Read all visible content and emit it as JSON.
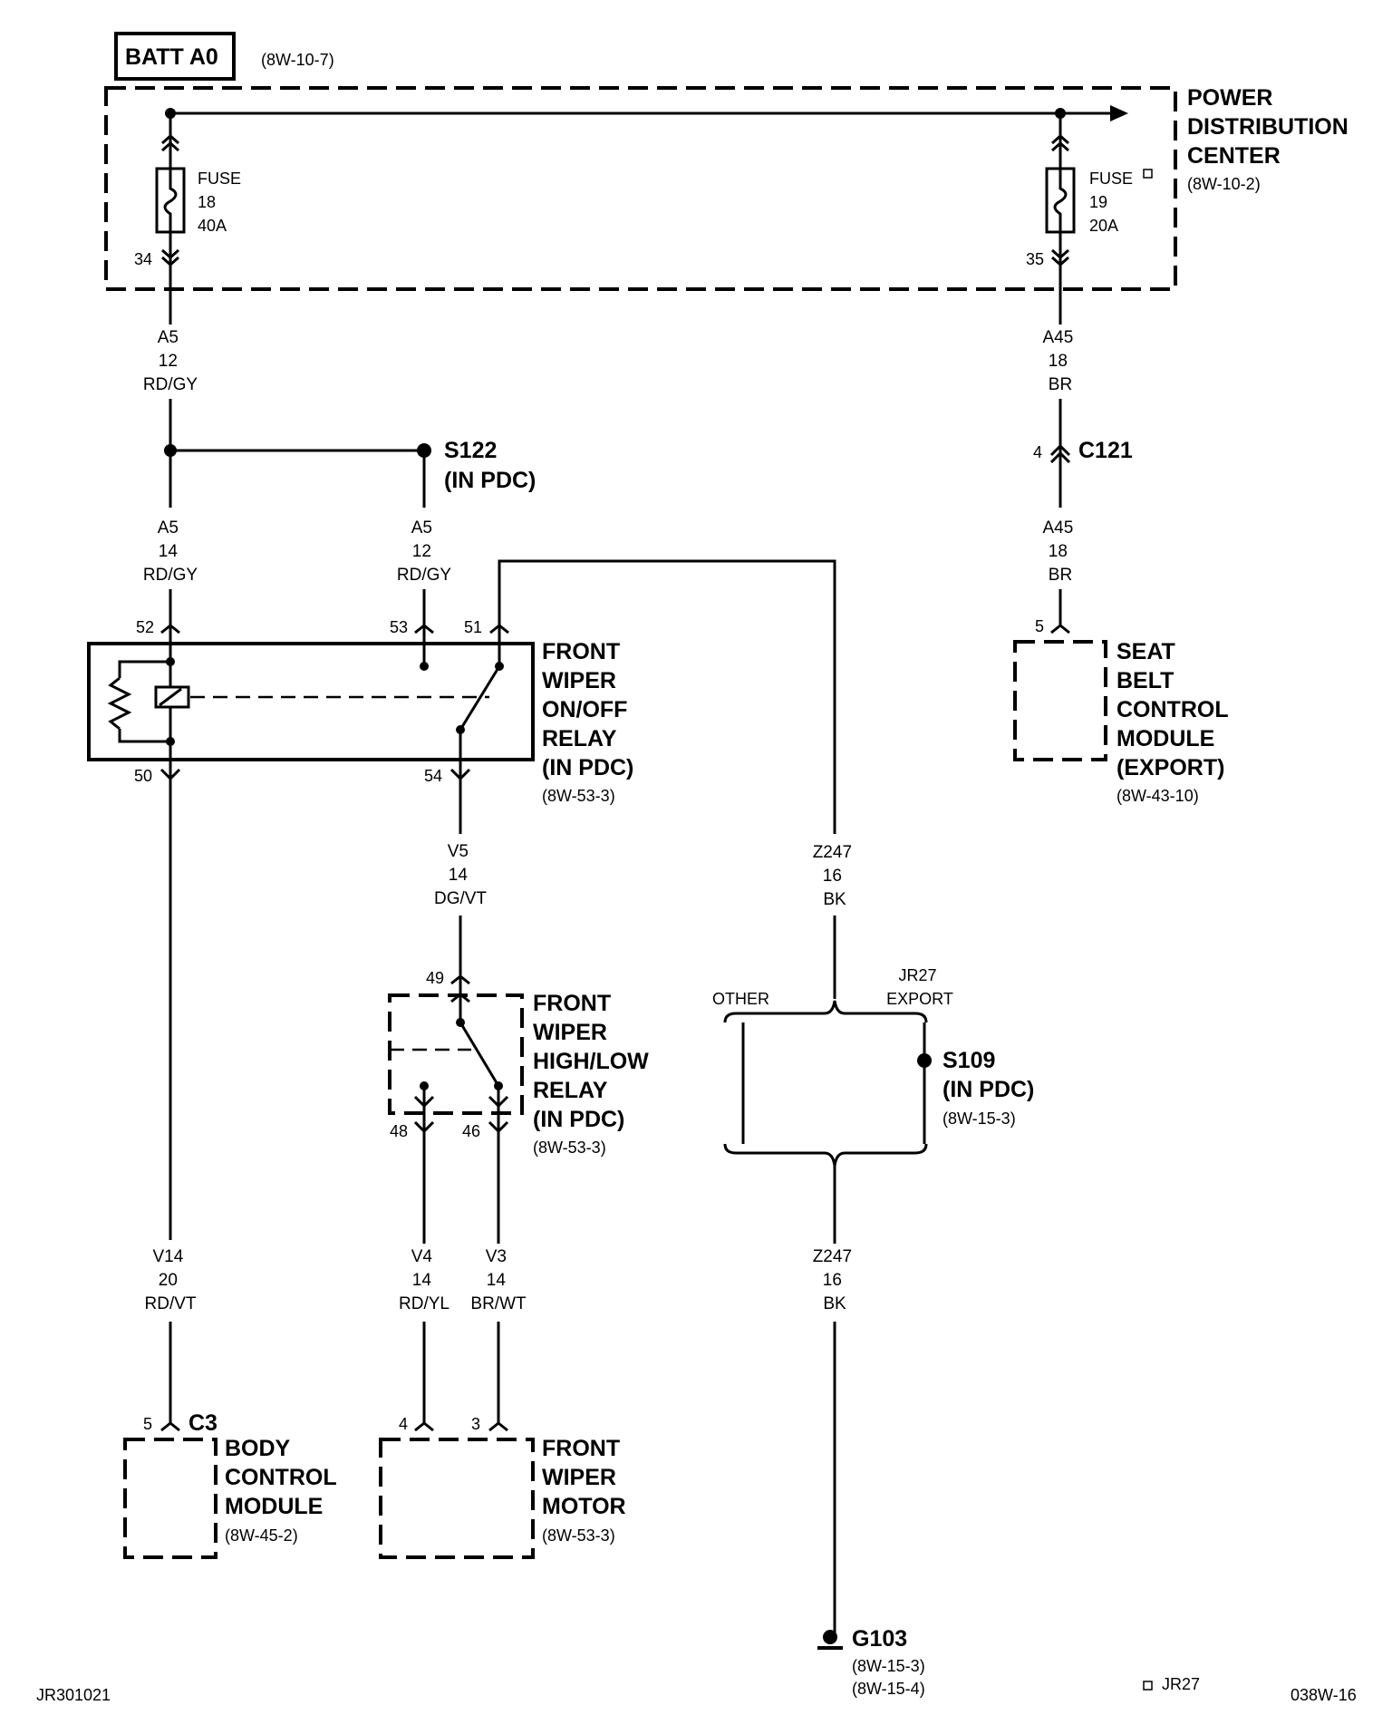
{
  "battery": {
    "label": "BATT A0",
    "ref": "(8W-10-7)"
  },
  "pdc": {
    "title_lines": [
      "POWER",
      "DISTRIBUTION",
      "CENTER"
    ],
    "ref": "(8W-10-2)"
  },
  "fuses": [
    {
      "lines": [
        "FUSE",
        "18",
        "40A"
      ],
      "pin": "34"
    },
    {
      "lines": [
        "FUSE",
        "19",
        "20A"
      ],
      "pin": "35"
    }
  ],
  "wire_labels": {
    "a5_top": [
      "A5",
      "12",
      "RD/GY"
    ],
    "a45_top": [
      "A45",
      "18",
      "BR"
    ],
    "a5_left": [
      "A5",
      "14",
      "RD/GY"
    ],
    "a5_right": [
      "A5",
      "12",
      "RD/GY"
    ],
    "a45_bottom": [
      "A45",
      "18",
      "BR"
    ],
    "v5": [
      "V5",
      "14",
      "DG/VT"
    ],
    "z247_top": [
      "Z247",
      "16",
      "BK"
    ],
    "z247_bottom": [
      "Z247",
      "16",
      "BK"
    ],
    "v14": [
      "V14",
      "20",
      "RD/VT"
    ],
    "v4": [
      "V4",
      "14",
      "RD/YL"
    ],
    "v3": [
      "V3",
      "14",
      "BR/WT"
    ]
  },
  "splices": {
    "s122": {
      "lines": [
        "S122",
        "(IN PDC)"
      ]
    },
    "s109": {
      "lines": [
        "S109",
        "(IN PDC)"
      ],
      "ref": "(8W-15-3)"
    }
  },
  "c121": {
    "label": "C121",
    "pin": "4"
  },
  "on_off_relay": {
    "title_lines": [
      "FRONT",
      "WIPER",
      "ON/OFF",
      "RELAY",
      "(IN PDC)"
    ],
    "ref": "(8W-53-3)",
    "pins": {
      "p52": "52",
      "p53": "53",
      "p51": "51",
      "p50": "50",
      "p54": "54"
    }
  },
  "high_low_relay": {
    "title_lines": [
      "FRONT",
      "WIPER",
      "HIGH/LOW",
      "RELAY",
      "(IN PDC)"
    ],
    "ref": "(8W-53-3)",
    "pins": {
      "p49": "49",
      "p48": "48",
      "p46": "46"
    }
  },
  "seat_belt_module": {
    "title_lines": [
      "SEAT",
      "BELT",
      "CONTROL",
      "MODULE",
      "(EXPORT)"
    ],
    "ref": "(8W-43-10)",
    "pin": "5"
  },
  "body_control_module": {
    "title_lines": [
      "BODY",
      "CONTROL",
      "MODULE"
    ],
    "ref": "(8W-45-2)",
    "connector": "C3",
    "pin": "5"
  },
  "front_wiper_motor": {
    "title_lines": [
      "FRONT",
      "WIPER",
      "MOTOR"
    ],
    "ref": "(8W-53-3)",
    "pins": {
      "p4": "4",
      "p3": "3"
    }
  },
  "branch": {
    "other": "OTHER",
    "jr27_lines": [
      "JR27",
      "EXPORT"
    ]
  },
  "ground": {
    "label": "G103",
    "refs": [
      "(8W-15-3)",
      "(8W-15-4)"
    ]
  },
  "footer": {
    "left": "JR301021",
    "note": "JR27",
    "right": "038W-16"
  }
}
